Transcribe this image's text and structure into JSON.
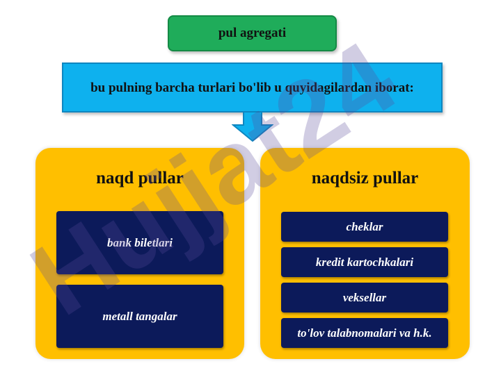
{
  "header": {
    "title": "pul agregati"
  },
  "banner": {
    "text": "bu pulning barcha turlari bo'lib u quyidagilardan iborat:"
  },
  "left_panel": {
    "title": "naqd pullar",
    "items": [
      "bank biletlari",
      "metall tangalar"
    ]
  },
  "right_panel": {
    "title": "naqdsiz pullar",
    "items": [
      "cheklar",
      "kredit kartochkalari",
      "veksellar",
      "to'lov talabnomalari va h.k."
    ]
  },
  "watermark": {
    "text": "Hujjat24"
  },
  "colors": {
    "header_bg": "#1fac5a",
    "banner_bg": "#0eb1ee",
    "panel_bg": "#ffbf00",
    "item_bg": "#0c1a5a"
  }
}
